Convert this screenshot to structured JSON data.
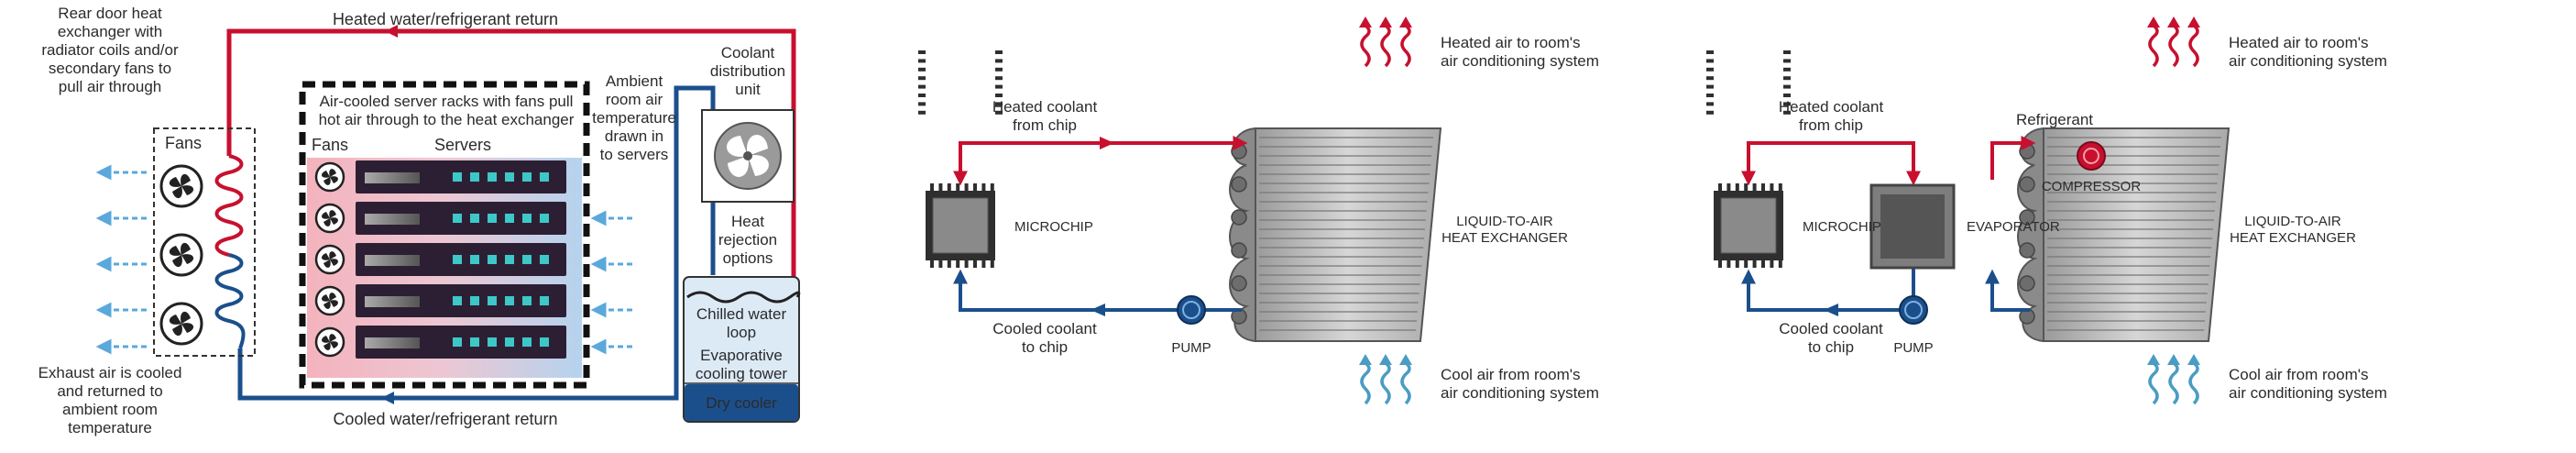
{
  "colors": {
    "hot": "#c8102e",
    "cold": "#1b4f8c",
    "cool_air": "#4a9cc4",
    "exhaust_air": "#5aa8dc",
    "text": "#2b2b2b"
  },
  "panel1": {
    "heated_return": "Heated water/refrigerant return",
    "cooled_return": "Cooled water/refrigerant return",
    "rear_door_lines": [
      "Rear door heat",
      "exchanger with",
      "radiator coils and/or",
      "secondary fans to",
      "pull air through"
    ],
    "fans_label": "Fans",
    "rack_fans_label": "Fans",
    "servers_label": "Servers",
    "rack_desc_lines": [
      "Air-cooled server racks with fans pull",
      "hot air through to the heat exchanger"
    ],
    "ambient_lines": [
      "Ambient",
      "room air",
      "temperature",
      "drawn in",
      "to servers"
    ],
    "cdu_lines": [
      "Coolant",
      "distribution",
      "unit"
    ],
    "heat_rejection_lines": [
      "Heat",
      "rejection",
      "options"
    ],
    "chilled_lines": [
      "Chilled water",
      "loop"
    ],
    "evap_lines": [
      "Evaporative",
      "cooling tower"
    ],
    "dry_cooler": "Dry cooler",
    "exhaust_lines": [
      "Exhaust air is cooled",
      "and returned to",
      "ambient room",
      "temperature"
    ]
  },
  "panel2": {
    "heated_coolant_lines": [
      "Heated coolant",
      "from chip"
    ],
    "cooled_coolant_lines": [
      "Cooled coolant",
      "to chip"
    ],
    "microchip": "MICROCHIP",
    "pump": "PUMP",
    "hx_lines": [
      "LIQUID-TO-AIR",
      "HEAT EXCHANGER"
    ],
    "heated_air_lines": [
      "Heated air to room's",
      "air conditioning system"
    ],
    "cool_air_lines": [
      "Cool air from room's",
      "air conditioning system"
    ]
  },
  "panel3": {
    "heated_coolant_lines": [
      "Heated coolant",
      "from chip"
    ],
    "cooled_coolant_lines": [
      "Cooled coolant",
      "to chip"
    ],
    "microchip": "MICROCHIP",
    "pump": "PUMP",
    "evaporator": "EVAPORATOR",
    "refrigerant": "Refrigerant",
    "compressor": "COMPRESSOR",
    "hx_lines": [
      "LIQUID-TO-AIR",
      "HEAT EXCHANGER"
    ],
    "heated_air_lines": [
      "Heated air to room's",
      "air conditioning system"
    ],
    "cool_air_lines": [
      "Cool air from room's",
      "air conditioning system"
    ]
  }
}
